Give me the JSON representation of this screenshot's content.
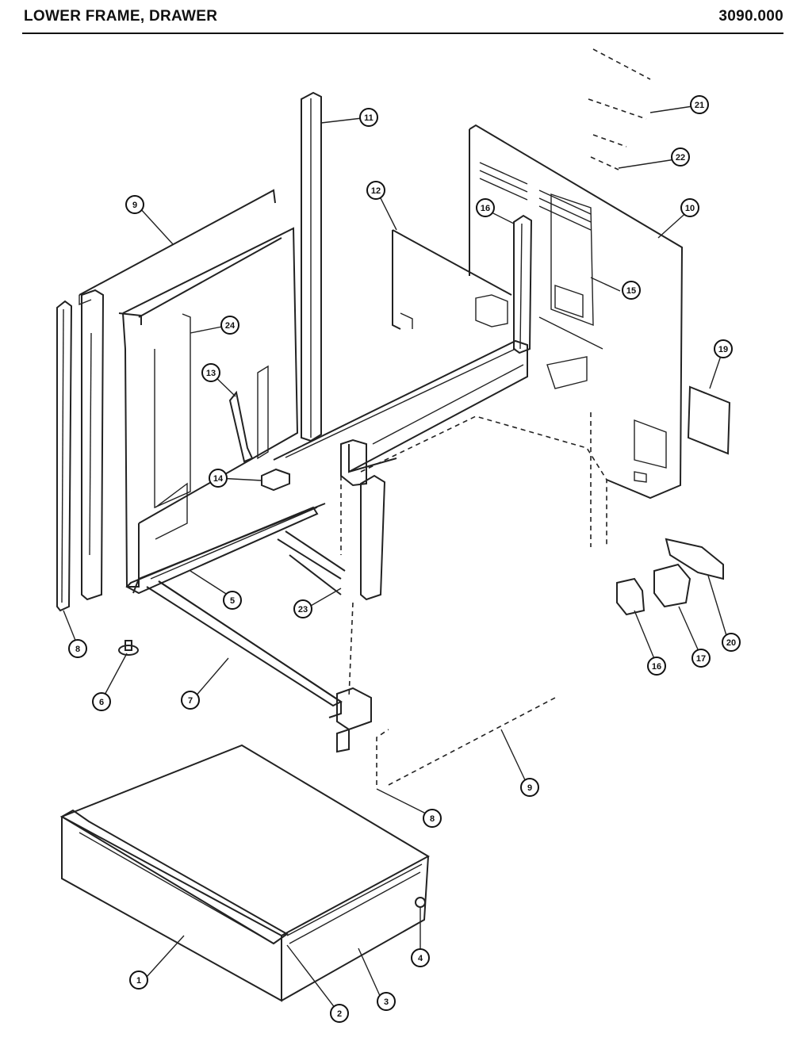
{
  "header": {
    "title": "LOWER FRAME, DRAWER",
    "code": "3090.000"
  },
  "callouts": {
    "c1": "1",
    "c2": "2",
    "c3": "3",
    "c4": "4",
    "c5": "5",
    "c6": "6",
    "c7": "7",
    "c8a": "8",
    "c8b": "8",
    "c9a": "9",
    "c9b": "9",
    "c10": "10",
    "c11": "11",
    "c12": "12",
    "c13": "13",
    "c14": "14",
    "c15": "15",
    "c16a": "16",
    "c16b": "16",
    "c17": "17",
    "c19": "19",
    "c20": "20",
    "c21": "21",
    "c22": "22",
    "c23": "23",
    "c24": "24"
  }
}
